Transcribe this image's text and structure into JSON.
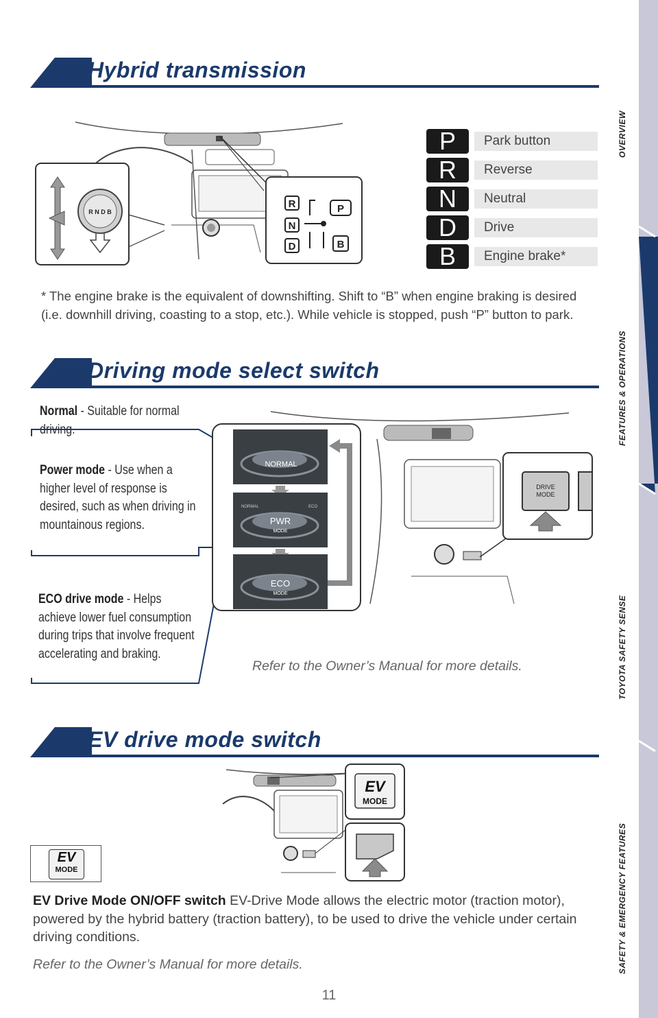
{
  "sections": {
    "hybrid": {
      "title": "Hybrid transmission"
    },
    "driving": {
      "title": "Driving mode select switch"
    },
    "ev": {
      "title": "EV drive mode switch"
    }
  },
  "shift_legend": [
    {
      "glyph": "P",
      "label": "Park button"
    },
    {
      "glyph": "R",
      "label": "Reverse"
    },
    {
      "glyph": "N",
      "label": "Neutral"
    },
    {
      "glyph": "D",
      "label": "Drive"
    },
    {
      "glyph": "B",
      "label": "Engine brake*"
    }
  ],
  "shifter": {
    "r": "R",
    "n": "N",
    "d": "D",
    "p": "P",
    "b": "B",
    "knob": "R N D B"
  },
  "footnote": "* The engine brake is the equivalent of downshifting. Shift to “B” when engine braking is desired (i.e. downhill driving, coasting to a stop, etc.). While vehicle is stopped, push “P” button to park.",
  "modes": {
    "normal": {
      "name": "Normal",
      "desc": " - Suitable for normal driving."
    },
    "power": {
      "name": "Power mode",
      "desc": " - Use when a higher level of response is desired, such as when driving in mountainous regions."
    },
    "eco": {
      "name": "ECO drive mode",
      "desc": " - Helps achieve lower fuel consumption during trips that involve frequent accelerating and braking."
    }
  },
  "screens": {
    "normal": "NORMAL",
    "pwr": "PWR",
    "pwr_sub": "MODE",
    "eco": "ECO",
    "eco_sub": "MODE",
    "corner_normal": "NORMAL",
    "corner_eco": "ECO"
  },
  "drive_button": {
    "line1": "DRIVE",
    "line2": "MODE"
  },
  "driving_note": "Refer to the Owner’s Manual for more details.",
  "ev_badge": {
    "line1": "EV",
    "line2": "MODE"
  },
  "ev_body": {
    "title": "EV Drive Mode ON/OFF switch",
    "text": " EV-Drive Mode allows the electric motor (traction motor), powered by the hybrid battery (traction battery), to be used to drive the vehicle under certain driving conditions."
  },
  "ev_note": "Refer to the Owner’s Manual for more details.",
  "sidebar": [
    {
      "label": "OVERVIEW"
    },
    {
      "label": "FEATURES & OPERATIONS"
    },
    {
      "label": "TOYOTA SAFETY SENSE"
    },
    {
      "label": "SAFETY & EMERGENCY FEATURES"
    }
  ],
  "page_number": "11",
  "colors": {
    "navy": "#1b3a6b",
    "sidebar": "#c8c8d8",
    "sidebar_active": "#1b3a6b",
    "label_bg": "#e8e8e8"
  }
}
